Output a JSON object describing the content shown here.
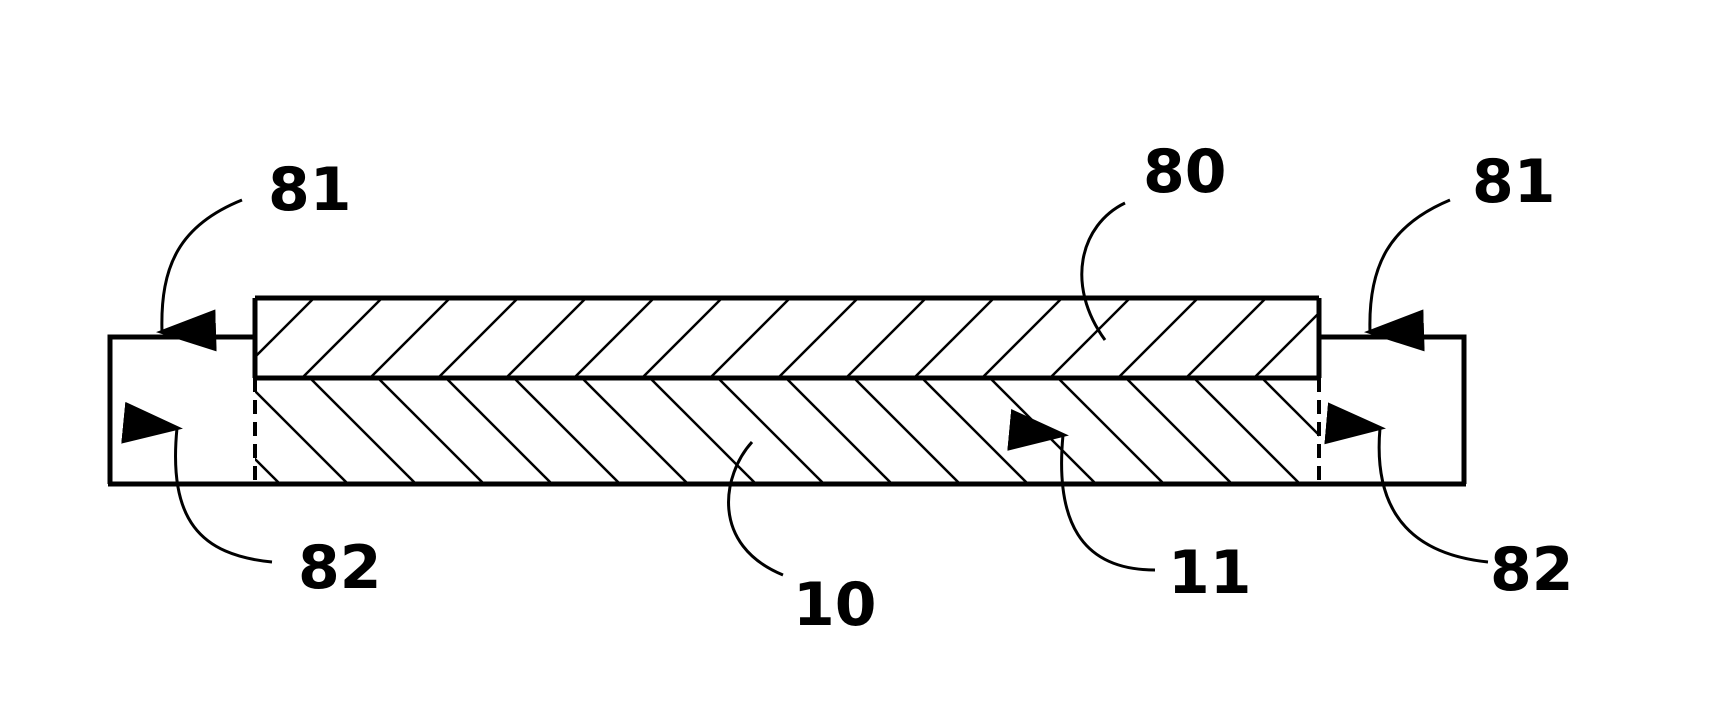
{
  "figure": {
    "labels": {
      "layer_80": "80",
      "substrate_10": "10",
      "surface_11": "11",
      "left_region_81": "81",
      "right_region_81": "81",
      "left_region_82": "82",
      "right_region_82": "82"
    },
    "colors": {
      "stroke": "#000000",
      "background": "#ffffff"
    },
    "hatch": {
      "layer_80": "diagonal-forward",
      "substrate_10": "diagonal-backward"
    }
  }
}
